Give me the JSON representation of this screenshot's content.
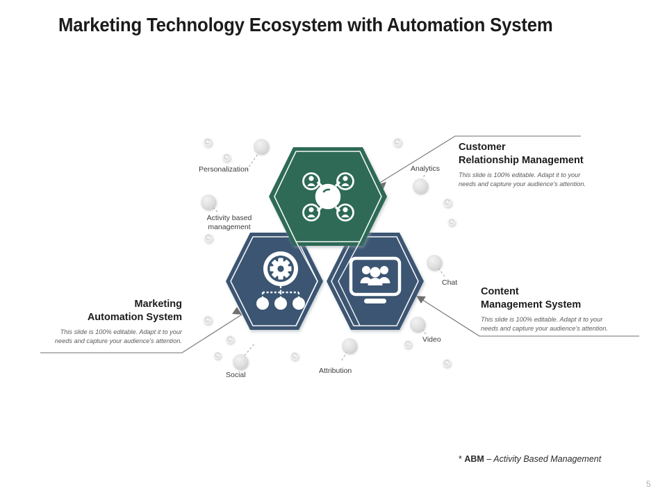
{
  "slide": {
    "title": "Marketing Technology Ecosystem with Automation System",
    "page_number": "5",
    "background_color": "#ffffff"
  },
  "colors": {
    "hex_green": "#2f6b57",
    "hex_blue": "#3a5572",
    "hex_outline": "#ffffff",
    "bubble_gray": "#dcdcdc",
    "connector_gray": "#7d7d7d",
    "title_color": "#1b1b1b",
    "body_text": "#5a5a5a"
  },
  "hexagons": [
    {
      "id": "crm",
      "label": "Customer Relationship Management",
      "color": "#2f6b57",
      "icon": "network-people-icon"
    },
    {
      "id": "marketing-automation",
      "label": "Marketing Automation System",
      "color": "#3a5572",
      "icon": "gear-hierarchy-icon"
    },
    {
      "id": "content-management",
      "label": "Content Management System",
      "color": "#3a5572",
      "icon": "monitor-people-icon"
    }
  ],
  "callouts": {
    "crm": {
      "heading_line1": "Customer",
      "heading_line2": "Relationship Management",
      "body_line1": "This slide is 100% editable. Adapt it to your",
      "body_line2": "needs and capture your audience's attention."
    },
    "cms": {
      "heading_line1": "Content",
      "heading_line2": "Management System",
      "body_line1": "This slide is 100% editable. Adapt it to your",
      "body_line2": "needs and capture your audience's attention."
    },
    "mas": {
      "heading_line1": "Marketing",
      "heading_line2": "Automation System",
      "body_line1": "This slide is 100% editable. Adapt it to your",
      "body_line2": "needs and capture your audience's attention."
    }
  },
  "node_labels": {
    "personalization": "Personalization",
    "activity_based_management": "Activity based management",
    "analytics": "Analytics",
    "chat": "Chat",
    "video": "Video",
    "social": "Social",
    "attribution": "Attribution"
  },
  "footnote": {
    "star": "*",
    "abbreviation": "ABM",
    "dash": "–",
    "expansion": "Activity Based Management"
  }
}
